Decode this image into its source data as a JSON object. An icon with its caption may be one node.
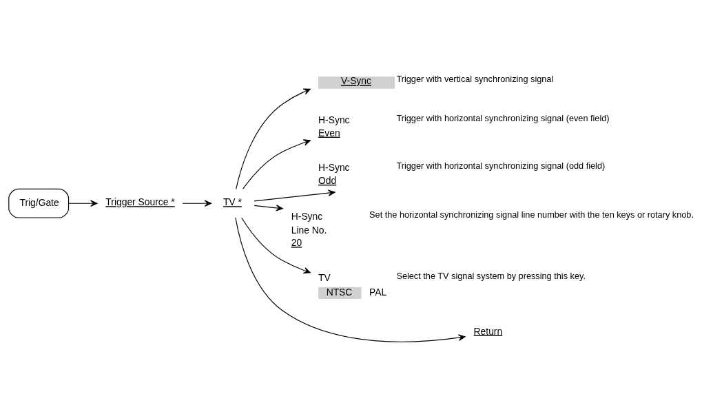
{
  "diagram": {
    "nodes": [
      {
        "text": [
          "Trig/Gate"
        ]
      },
      {
        "text": [
          "Trigger Source *"
        ]
      },
      {
        "text": [
          "TV *"
        ]
      },
      {
        "text": [
          "V-Sync"
        ],
        "beside": [
          "Trigger with vertical synchronizing signal"
        ]
      },
      {
        "text": [
          "H-Sync",
          "Even"
        ],
        "beside": [
          "Trigger with horizontal synchronizing signal (even field)"
        ]
      },
      {
        "text": [
          "H-Sync",
          "Odd"
        ],
        "beside": [
          "Trigger with horizontal synchronizing signal (odd field)"
        ]
      },
      {
        "text": [
          "H-Sync",
          "Line No.",
          "20"
        ],
        "beside": [
          "Set the horizontal synchronizing signal line number with the ten keys or rotary knob."
        ]
      },
      {
        "text": [
          "TV",
          "NTSC",
          "PAL"
        ],
        "beside": [
          "Select the TV signal system by pressing this key."
        ]
      },
      {
        "text": [
          "Return"
        ]
      }
    ],
    "edges": [
      {
        "from": 0,
        "to": 1,
        "arrow": "to"
      },
      {
        "from": 1,
        "to": 2,
        "arrow": "to"
      },
      {
        "from": 2,
        "to": 3,
        "arrow": "to"
      },
      {
        "from": 2,
        "to": 4,
        "arrow": "to"
      },
      {
        "from": 2,
        "to": 5,
        "arrow": "to"
      },
      {
        "from": 2,
        "to": 6,
        "arrow": "to"
      },
      {
        "from": 2,
        "to": 7,
        "arrow": "to"
      },
      {
        "from": 2,
        "to": 8,
        "arrow": "to"
      }
    ]
  }
}
